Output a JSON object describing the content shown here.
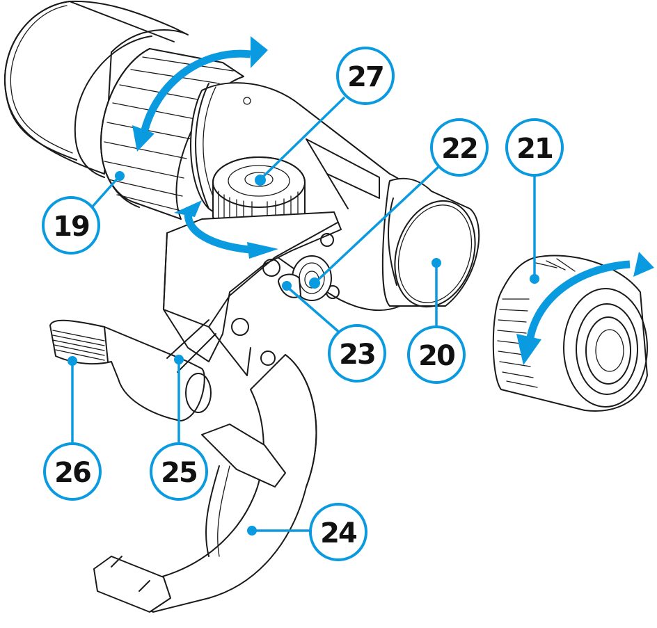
{
  "figure": {
    "type": "technical-line-drawing",
    "subject": "thermal imaging front attachment with mount (exploded parts view)",
    "accent_color": "#0a9ae0",
    "line_color": "#1a1a1a",
    "background": "#ffffff"
  },
  "callouts": [
    {
      "id": "19",
      "label": "19",
      "part": "lens-focus-ring"
    },
    {
      "id": "20",
      "label": "20",
      "part": "eyepiece-adapter-lens"
    },
    {
      "id": "21",
      "label": "21",
      "part": "adapter-ring"
    },
    {
      "id": "22",
      "label": "22",
      "part": "mount-button"
    },
    {
      "id": "23",
      "label": "23",
      "part": "mount-pin"
    },
    {
      "id": "24",
      "label": "24",
      "part": "clamp-ring"
    },
    {
      "id": "25",
      "label": "25",
      "part": "lever-arm"
    },
    {
      "id": "26",
      "label": "26",
      "part": "lever-grip"
    },
    {
      "id": "27",
      "label": "27",
      "part": "control-knob"
    }
  ],
  "rotation_arrows": [
    {
      "name": "focus-ring-rotation",
      "direction": "bidirectional"
    },
    {
      "name": "control-knob-rotation",
      "direction": "bidirectional"
    },
    {
      "name": "adapter-ring-rotation",
      "direction": "bidirectional"
    }
  ]
}
